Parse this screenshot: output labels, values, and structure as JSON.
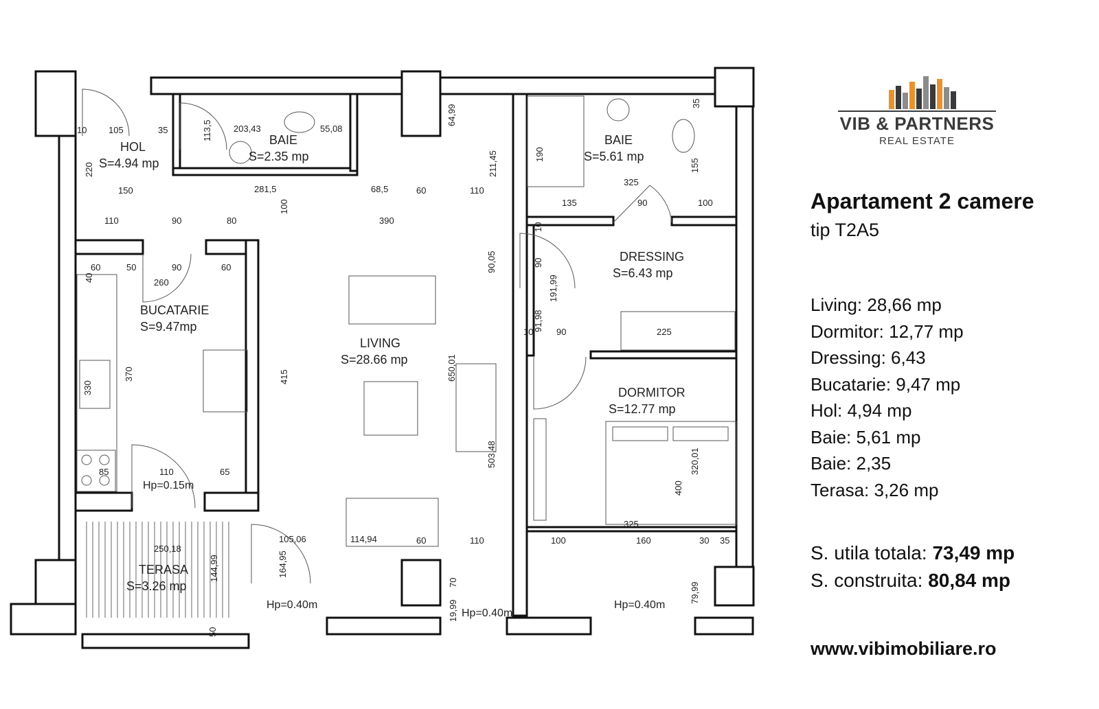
{
  "brand": {
    "name": "VIB & PARTNERS",
    "tagline": "REAL ESTATE",
    "colors": {
      "orange": "#E8922E",
      "dark": "#3A3A3A",
      "grey": "#8C8C8C"
    }
  },
  "listing": {
    "title": "Apartament 2 camere",
    "subtitle": "tip T2A5",
    "areas": [
      {
        "label": "Living: 28,66 mp"
      },
      {
        "label": "Dormitor: 12,77 mp"
      },
      {
        "label": "Dressing: 6,43"
      },
      {
        "label": "Bucatarie: 9,47 mp"
      },
      {
        "label": "Hol: 4,94 mp"
      },
      {
        "label": "Baie: 5,61 mp"
      },
      {
        "label": "Baie: 2,35"
      },
      {
        "label": "Terasa: 3,26 mp"
      }
    ],
    "totals": {
      "useful_label": "S. utila totala:",
      "useful_value": "73,49 mp",
      "built_label": "S. construita:",
      "built_value": "80,84 mp"
    },
    "website": "www.vibimobiliare.ro"
  },
  "plan": {
    "rooms": {
      "hol": {
        "name": "HOL",
        "area": "S=4.94  mp"
      },
      "baie_small": {
        "name": "BAIE",
        "area": "S=2.35  mp"
      },
      "baie_large": {
        "name": "BAIE",
        "area": "S=5.61  mp"
      },
      "dressing": {
        "name": "DRESSING",
        "area": "S=6.43  mp"
      },
      "bucatarie": {
        "name": "BUCATARIE",
        "area": "S=9.47mp"
      },
      "living": {
        "name": "LIVING",
        "area": "S=28.66  mp"
      },
      "dormitor": {
        "name": "DORMITOR",
        "area": "S=12.77  mp"
      },
      "terasa": {
        "name": "TERASA",
        "area": "S=3.26  mp"
      }
    },
    "heights": {
      "kitchen": "Hp=0.15m",
      "living_left": "Hp=0.40m",
      "living_mid": "Hp=0.40m",
      "bedroom": "Hp=0.40m"
    },
    "dimensions": [
      "10",
      "105",
      "35",
      "113,5",
      "203,43",
      "55,08",
      "64,99",
      "220",
      "150",
      "281,5",
      "68,5",
      "60",
      "110",
      "211,45",
      "110",
      "90",
      "80",
      "100",
      "390",
      "190",
      "35",
      "325",
      "135",
      "90",
      "100",
      "155",
      "60",
      "50",
      "90",
      "60",
      "40",
      "260",
      "10",
      "90",
      "90,05",
      "191,99",
      "91,98",
      "10",
      "90",
      "225",
      "370",
      "330",
      "415",
      "650,01",
      "503,48",
      "85",
      "110",
      "65",
      "320,01",
      "400",
      "325",
      "250,18",
      "144,99",
      "105,06",
      "164,95",
      "114,94",
      "60",
      "110",
      "100",
      "160",
      "30",
      "35",
      "70",
      "19,99",
      "79,99",
      "50"
    ]
  }
}
